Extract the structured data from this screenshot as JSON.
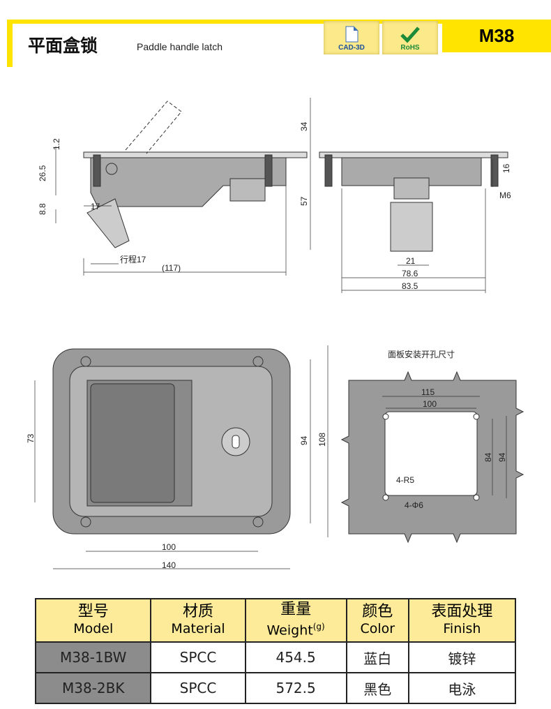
{
  "header": {
    "title_cn": "平面盒锁",
    "title_en": "Paddle handle latch",
    "badges": [
      {
        "label": "CAD-3D",
        "icon": "document-icon"
      },
      {
        "label": "RoHS",
        "icon": "checkmark-icon"
      }
    ],
    "model": "M38"
  },
  "side_view": {
    "dims": [
      "34",
      "1.2",
      "26.5",
      "57",
      "8.8",
      "17",
      "行程17",
      "(117)"
    ]
  },
  "end_view": {
    "dims": [
      "16",
      "M6",
      "21",
      "78.6",
      "83.5"
    ]
  },
  "front_view": {
    "dims": [
      "73",
      "94",
      "108",
      "100",
      "140"
    ]
  },
  "cutout": {
    "title": "面板安装开孔尺寸",
    "dims": [
      "115",
      "100",
      "84",
      "94",
      "4-R5",
      "4-Φ6"
    ]
  },
  "table": {
    "headers": [
      {
        "cn": "型号",
        "en": "Model"
      },
      {
        "cn": "材质",
        "en": "Material"
      },
      {
        "cn": "重量",
        "en": "Weight",
        "unit": "(g)"
      },
      {
        "cn": "颜色",
        "en": "Color"
      },
      {
        "cn": "表面处理",
        "en": "Finish"
      }
    ],
    "rows": [
      [
        "M38-1BW",
        "SPCC",
        "454.5",
        "蓝白",
        "镀锌"
      ],
      [
        "M38-2BK",
        "SPCC",
        "572.5",
        "黑色",
        "电泳"
      ]
    ]
  },
  "colors": {
    "accent": "#ffe400",
    "header_cell": "#fdeb9a",
    "model_cell": "#8c8c8c"
  }
}
